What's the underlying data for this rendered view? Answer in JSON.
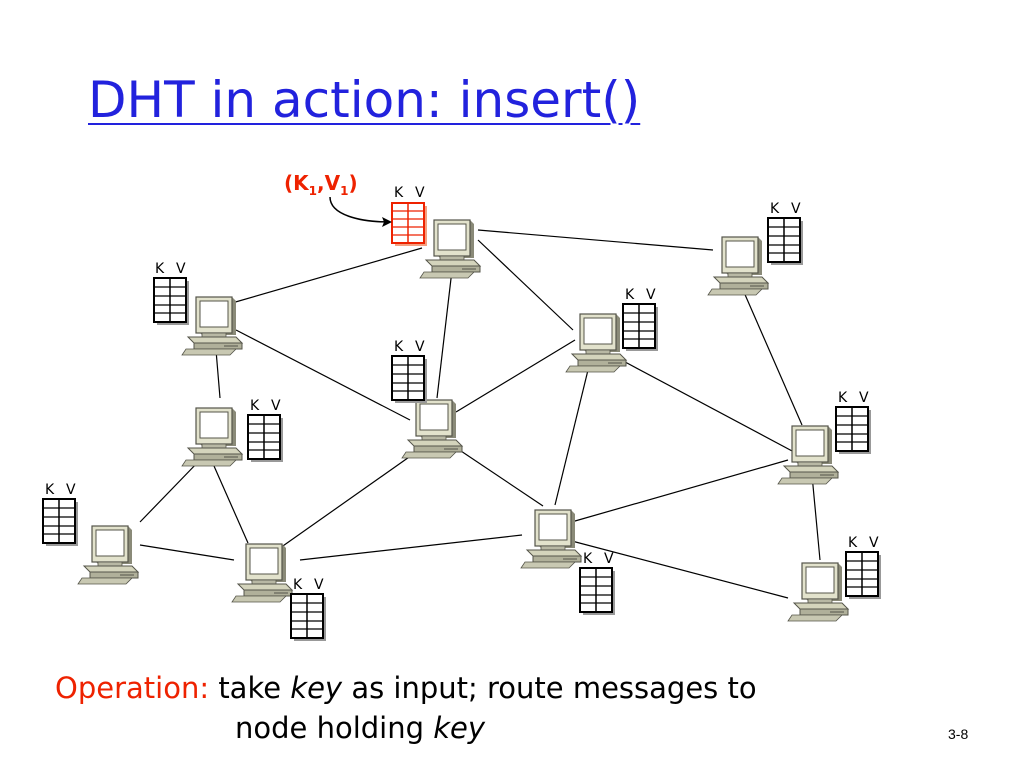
{
  "slide": {
    "title": "DHT in action: insert()",
    "page_number": "3-8"
  },
  "inserted_pair": {
    "open": "(K",
    "sub1": "1",
    "comma": ",V",
    "sub2": "1",
    "close": ")"
  },
  "table_header": {
    "key": "K",
    "value": "V"
  },
  "caption": {
    "label": "Operation:",
    "text_a": "take",
    "key_word": "key",
    "text_b": "as input; route messages to",
    "text_c": "node holding",
    "key_word_2": "key"
  },
  "colors": {
    "title": "#2222dd",
    "highlight": "#ee2200",
    "computer_body": "#d8d8c0",
    "screen": "#ffffff"
  },
  "icons": [
    "computer-icon",
    "key-value-table-icon",
    "arrow-icon"
  ]
}
